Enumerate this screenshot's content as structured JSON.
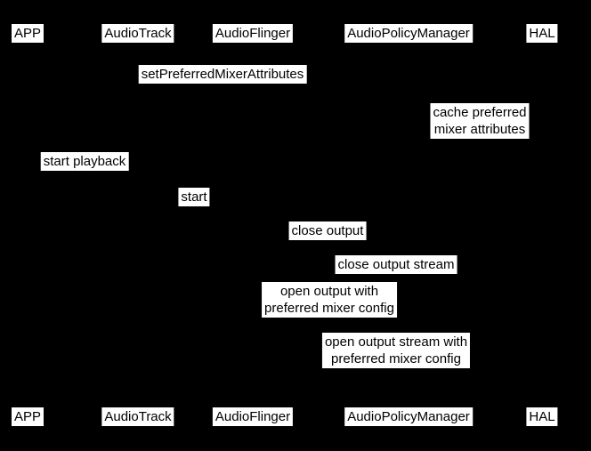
{
  "diagram": {
    "type": "sequence-diagram",
    "colors": {
      "background": "#000000",
      "label_background": "#ffffff",
      "label_text": "#000000"
    },
    "participants": [
      {
        "label": "APP"
      },
      {
        "label": "AudioTrack"
      },
      {
        "label": "AudioFlinger"
      },
      {
        "label": "AudioPolicyManager"
      },
      {
        "label": "HAL"
      }
    ],
    "messages": [
      {
        "label": "setPreferredMixerAttributes"
      },
      {
        "label": "cache preferred\nmixer attributes"
      },
      {
        "label": "start playback"
      },
      {
        "label": "start"
      },
      {
        "label": "close output"
      },
      {
        "label": "close output stream"
      },
      {
        "label": "open output with\npreferred mixer config"
      },
      {
        "label": "open output stream with\npreferred mixer config"
      }
    ]
  }
}
